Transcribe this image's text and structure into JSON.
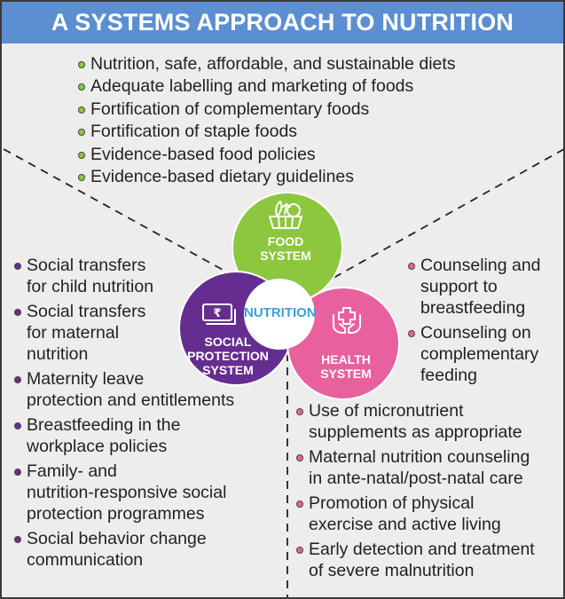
{
  "title": "A SYSTEMS APPROACH TO NUTRITION",
  "center": {
    "label": "NUTRITION"
  },
  "systems": {
    "food": {
      "label_line1": "FOOD",
      "label_line2": "SYSTEM",
      "icon": "vegetables-basket-icon",
      "color": "#8dc63f"
    },
    "social": {
      "label_line1": "SOCIAL",
      "label_line2": "PROTECTION",
      "label_line3": "SYSTEM",
      "icon": "rupee-banknote-icon",
      "color": "#662d91"
    },
    "health": {
      "label_line1": "HEALTH",
      "label_line2": "SYSTEM",
      "icon": "cross-in-hands-icon",
      "color": "#e9609f"
    }
  },
  "food_items": [
    "Nutrition, safe, affordable, and sustainable diets",
    "Adequate labelling and marketing of foods",
    "Fortification of complementary foods",
    "Fortification of staple foods",
    "Evidence-based food policies",
    "Evidence-based dietary guidelines"
  ],
  "social_items": [
    [
      "Social transfers",
      "for child nutrition"
    ],
    [
      "Social transfers",
      "for maternal",
      "nutrition"
    ],
    [
      "Maternity leave",
      "protection and entitlements"
    ],
    [
      "Breastfeeding in the",
      "workplace policies"
    ],
    [
      "Family- and",
      "nutrition-responsive social",
      "protection programmes"
    ],
    [
      "Social behavior change",
      "communication"
    ]
  ],
  "health_right_items": [
    [
      "Counseling and",
      "support to",
      "breastfeeding"
    ],
    [
      "Counseling on",
      "complementary",
      "feeding"
    ]
  ],
  "health_left_items": [
    [
      "Use of micronutrient",
      "supplements as appropriate"
    ],
    [
      "Maternal nutrition counseling",
      "in ante-natal/post-natal care"
    ],
    [
      "Promotion of physical",
      "exercise and active living"
    ],
    [
      "Early detection and treatment",
      "of severe malnutrition"
    ]
  ]
}
